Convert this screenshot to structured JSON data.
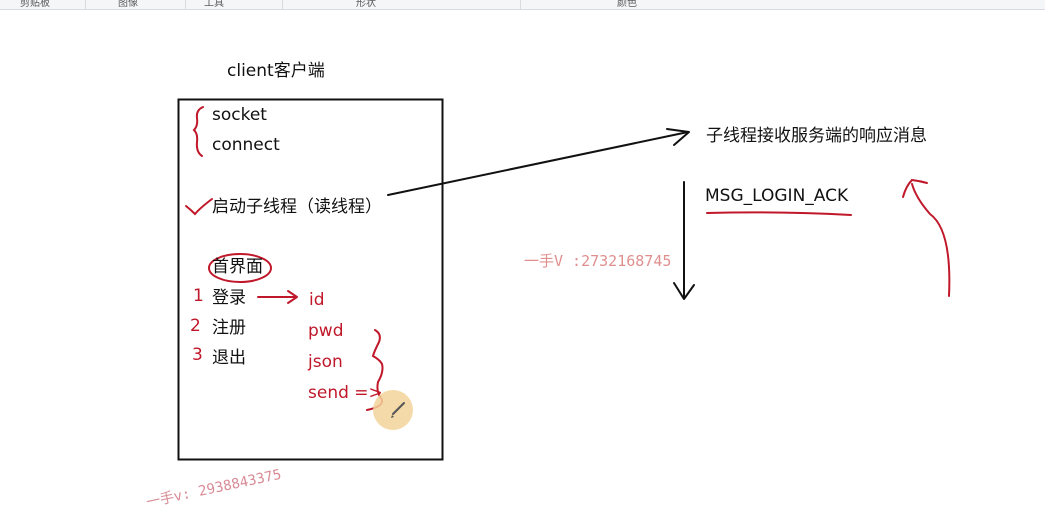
{
  "ribbon": {
    "groups": [
      "剪贴板",
      "图像",
      "工具",
      "形状",
      "颜色"
    ]
  },
  "diagram": {
    "client_title": "client客户端",
    "client_box": {
      "socket": "socket",
      "connect": "connect",
      "start_thread": "启动子线程（读线程）",
      "home": "首界面",
      "login": "登录",
      "register": "注册",
      "exit": "退出",
      "login_steps": [
        "id",
        "pwd",
        "json",
        "send =>"
      ]
    },
    "thread_note": "子线程接收服务端的响应消息",
    "ack_message": "MSG_LOGIN_ACK",
    "annotation_numbers": [
      "1",
      "2",
      "3"
    ]
  },
  "watermarks": {
    "primary": "一手V :2732168745",
    "secondary": "一手v: 2938843375"
  },
  "colors": {
    "ink": "#111111",
    "pen_red": "#c0182a",
    "watermark": "#e08f8f",
    "cursor_highlight": "#f3d49a"
  },
  "icons": {
    "cursor": "pencil-cursor-icon"
  }
}
